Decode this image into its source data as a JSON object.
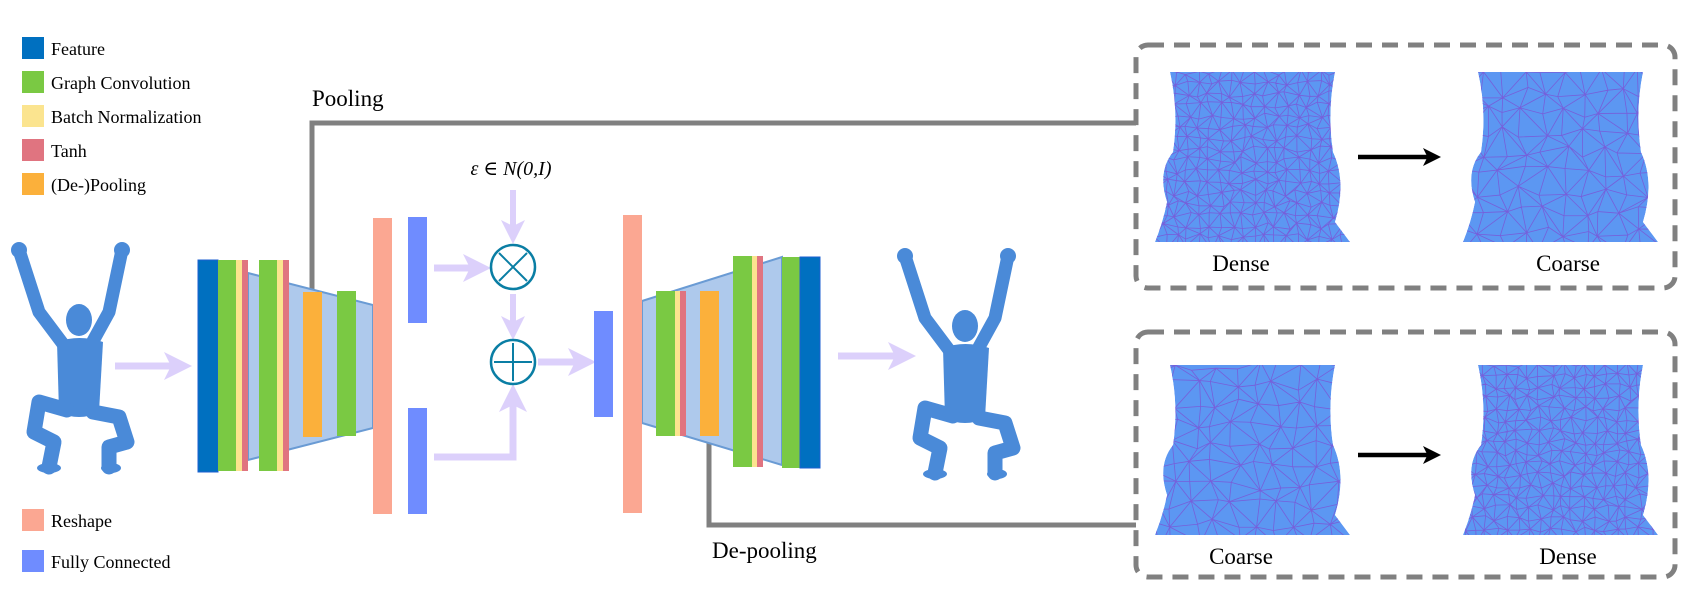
{
  "legend": {
    "items": [
      {
        "label": "Feature",
        "color": "#0070c0"
      },
      {
        "label": "Graph Convolution",
        "color": "#7ac943"
      },
      {
        "label": "Batch Normalization",
        "color": "#fbe48f"
      },
      {
        "label": "Tanh",
        "color": "#e07480"
      },
      {
        "label": "(De-)Pooling",
        "color": "#fbb03b"
      }
    ],
    "items_bottom": [
      {
        "label": "Reshape",
        "color": "#fba792"
      },
      {
        "label": "Fully Connected",
        "color": "#6f8cff"
      }
    ]
  },
  "labels": {
    "pooling": "Pooling",
    "depooling": "De-pooling",
    "epsilon": "ε ∈ N(0,I)"
  },
  "panels": {
    "pooling": {
      "left": "Dense",
      "right": "Coarse"
    },
    "depooling": {
      "left": "Coarse",
      "right": "Dense"
    }
  },
  "colors": {
    "trapezoid": "#aec9ec",
    "arrow": "#dcd0fb",
    "connector": "#808080",
    "op_circle": "#0a7ea4",
    "body": "#4a8ad8",
    "mesh_fill": "#5c97f2",
    "mesh_line": "#7a55d6"
  }
}
